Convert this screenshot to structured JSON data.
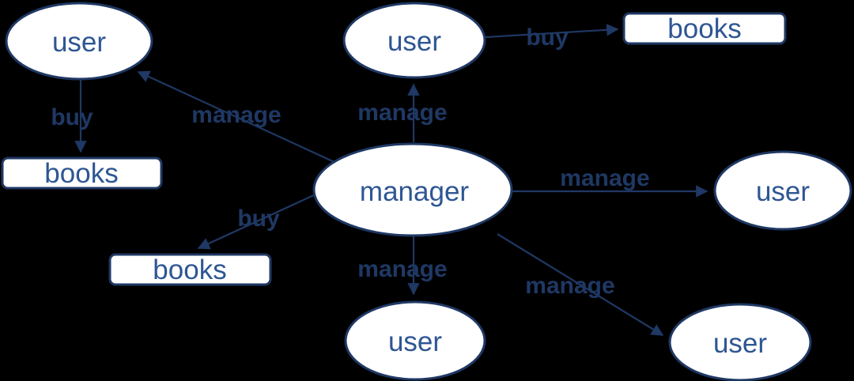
{
  "diagram": {
    "nodes": {
      "user_top_left": {
        "label": "user",
        "shape": "ellipse"
      },
      "user_top_middle": {
        "label": "user",
        "shape": "ellipse"
      },
      "books_top_right": {
        "label": "books",
        "shape": "rect"
      },
      "books_middle_left": {
        "label": "books",
        "shape": "rect"
      },
      "manager": {
        "label": "manager",
        "shape": "ellipse"
      },
      "books_bottom_left": {
        "label": "books",
        "shape": "rect"
      },
      "user_middle_right": {
        "label": "user",
        "shape": "ellipse"
      },
      "user_bottom_center": {
        "label": "user",
        "shape": "ellipse"
      },
      "user_bottom_right": {
        "label": "user",
        "shape": "ellipse"
      }
    },
    "edges": {
      "buy_user_tl_to_books_left": {
        "label": "buy",
        "from": "user_top_left",
        "to": "books_middle_left"
      },
      "manage_manager_to_user_tl": {
        "label": "manage",
        "from": "manager",
        "to": "user_top_left"
      },
      "manage_manager_to_user_tm": {
        "label": "manage",
        "from": "manager",
        "to": "user_top_middle"
      },
      "buy_user_tm_to_books_tr": {
        "label": "buy",
        "from": "user_top_middle",
        "to": "books_top_right"
      },
      "manage_manager_to_user_right": {
        "label": "manage",
        "from": "manager",
        "to": "user_middle_right"
      },
      "buy_manager_to_books_bl": {
        "label": "buy",
        "from": "manager",
        "to": "books_bottom_left"
      },
      "manage_manager_to_user_bc": {
        "label": "manage",
        "from": "manager",
        "to": "user_bottom_center"
      },
      "manage_manager_to_user_br": {
        "label": "manage",
        "from": "manager",
        "to": "user_bottom_right"
      }
    },
    "colors": {
      "background": "#000000",
      "shape_fill": "#ffffff",
      "shape_border": "#1f3864",
      "node_text": "#2e5693",
      "edge_line": "#1f3864",
      "edge_label_text": "#1f3864"
    }
  }
}
